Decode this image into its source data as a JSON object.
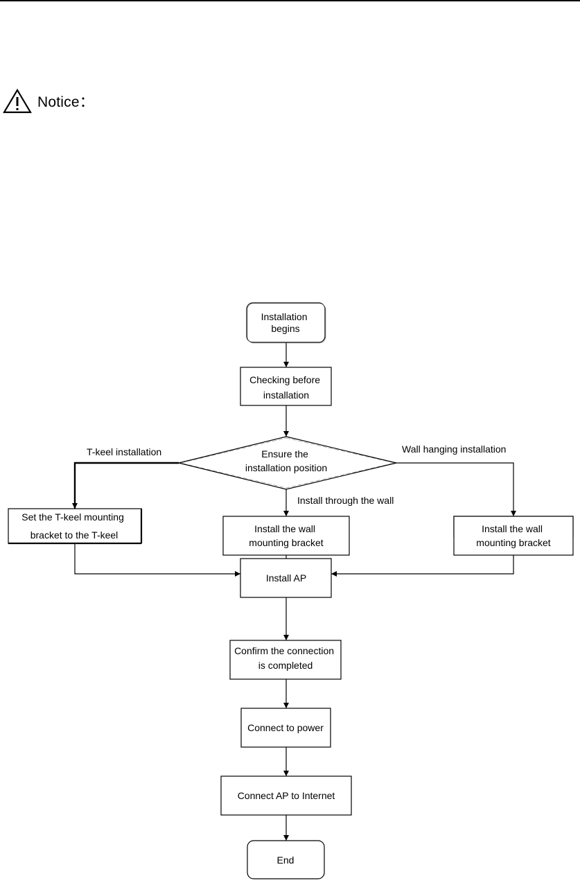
{
  "notice": {
    "icon": "warning-triangle-icon",
    "label": "Notice："
  },
  "flowchart": {
    "nodes": {
      "start": [
        "Installation",
        "begins"
      ],
      "check": [
        "Checking before",
        "installation"
      ],
      "decision": [
        "Ensure the",
        "installation  position"
      ],
      "tkeel": [
        "Set the T-keel mounting",
        "bracket to the T-keel"
      ],
      "wall_through": [
        "Install the wall",
        "mounting bracket"
      ],
      "wall_hanging": [
        "Install the wall",
        "mounting bracket"
      ],
      "install_ap": [
        "Install AP"
      ],
      "confirm": [
        "Confirm the connection",
        "is completed"
      ],
      "power": [
        "Connect to power"
      ],
      "internet": [
        "Connect AP to Internet"
      ],
      "end": [
        "End"
      ]
    },
    "edge_labels": {
      "tkeel": "T-keel installation",
      "wall_hanging": "Wall hanging installation",
      "wall_through": "Install through the wall"
    }
  }
}
